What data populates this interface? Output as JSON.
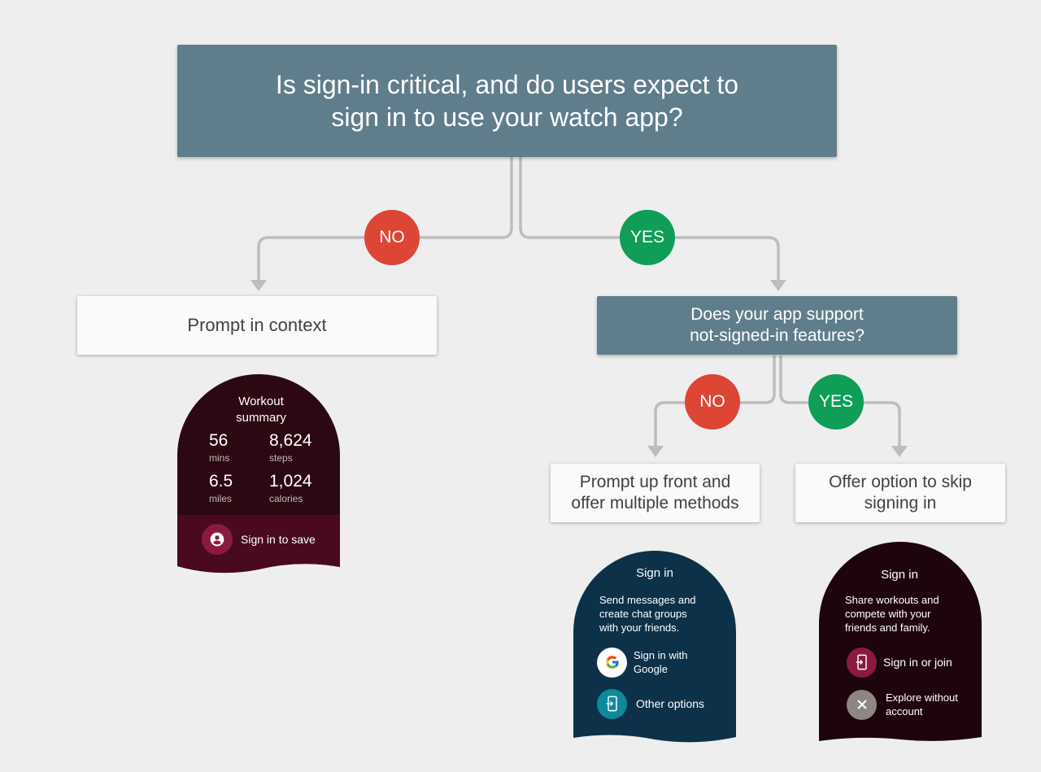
{
  "diagram": {
    "main_question": "Is sign-in critical, and do users expect to\nsign in to use your watch app?",
    "branch_no_label": "NO",
    "branch_yes_label": "YES",
    "left_outcome": "Prompt in context",
    "right_question": "Does your app support\nnot-signed-in features?",
    "sub_no_label": "NO",
    "sub_yes_label": "YES",
    "sub_no_outcome": "Prompt up front and\noffer multiple methods",
    "sub_yes_outcome": "Offer option to skip\nsigning in"
  },
  "watch_workout": {
    "title": "Workout\nsummary",
    "stats": [
      {
        "value": "56",
        "unit": "mins"
      },
      {
        "value": "8,624",
        "unit": "steps"
      },
      {
        "value": "6.5",
        "unit": "miles"
      },
      {
        "value": "1,024",
        "unit": "calories"
      }
    ],
    "action_label": "Sign in to save",
    "action_icon": "account-circle-icon"
  },
  "watch_signin_google": {
    "title": "Sign in",
    "body": "Send messages and\ncreate chat groups\nwith your friends.",
    "google_label": "Sign in with\nGoogle",
    "google_icon": "google-g-icon",
    "other_label": "Other options",
    "other_icon": "phone-login-icon"
  },
  "watch_signin_skip": {
    "title": "Sign in",
    "body": "Share workouts and\ncompete with your\nfriends and family.",
    "join_label": "Sign in or join",
    "join_icon": "phone-login-icon",
    "explore_label": "Explore without\naccount",
    "explore_icon": "close-icon"
  },
  "colors": {
    "question_box": "#607d8b",
    "no": "#dd4535",
    "yes": "#0f9d58",
    "connector": "#bdbdbd",
    "watch_maroon": "#2c0912",
    "watch_maroon_action": "#4a0a1e",
    "watch_navy": "#0d3149",
    "watch_dark_plum": "#1e050c"
  }
}
